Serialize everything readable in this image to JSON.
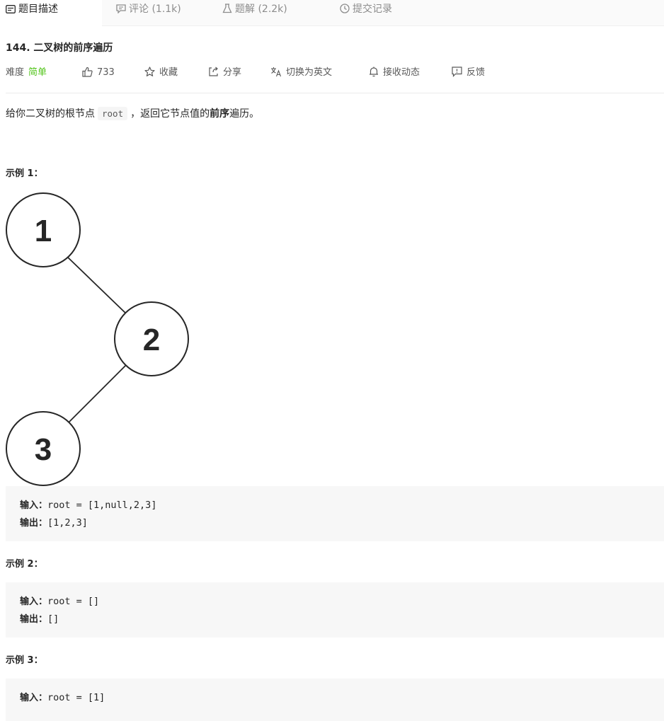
{
  "tabs": [
    {
      "label": "题目描述",
      "icon": "description-icon"
    },
    {
      "label": "评论 (1.1k)",
      "icon": "comment-icon"
    },
    {
      "label": "题解 (2.2k)",
      "icon": "flask-icon"
    },
    {
      "label": "提交记录",
      "icon": "clock-icon"
    }
  ],
  "problem": {
    "title": "144. 二叉树的前序遍历",
    "difficulty_label": "难度",
    "difficulty": "简单",
    "likes": "733",
    "favorite": "收藏",
    "share": "分享",
    "translate": "切换为英文",
    "notify": "接收动态",
    "feedback": "反馈"
  },
  "description": {
    "prefix": "给你二叉树的根节点",
    "code": "root",
    "middle": "，返回它节点值的",
    "bold": "前序",
    "suffix": "遍历。"
  },
  "examples": [
    {
      "title": "示例 1：",
      "tree_nodes": [
        "1",
        "2",
        "3"
      ],
      "input_label": "输入：",
      "input": "root = [1,null,2,3]",
      "output_label": "输出：",
      "output": "[1,2,3]"
    },
    {
      "title": "示例 2：",
      "input_label": "输入：",
      "input": "root = []",
      "output_label": "输出：",
      "output": "[]"
    },
    {
      "title": "示例 3：",
      "input_label": "输入：",
      "input": "root = [1]"
    }
  ],
  "colors": {
    "easy": "#52c41a",
    "tab_bg": "#fafafa",
    "code_bg": "#f7f7f7"
  }
}
